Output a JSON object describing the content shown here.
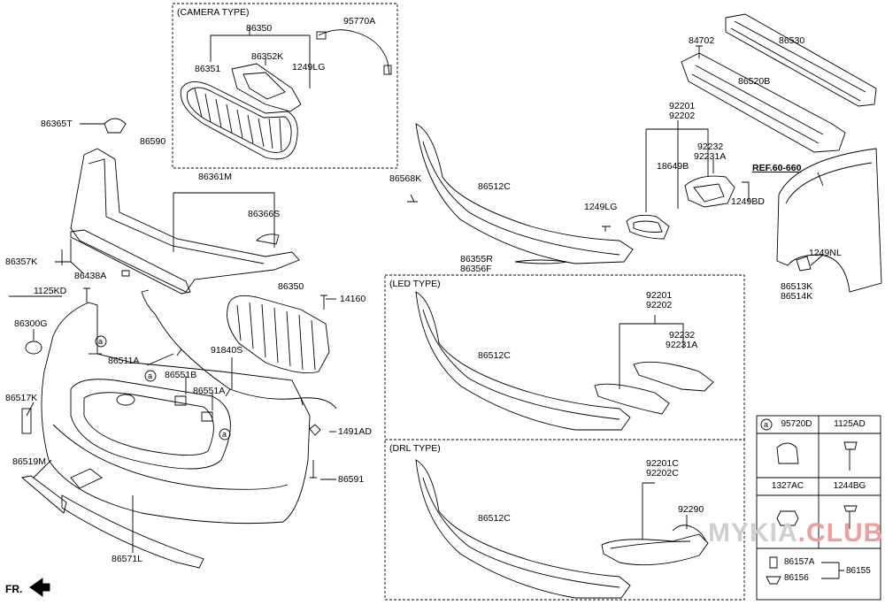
{
  "boxes": {
    "camera_type": "(CAMERA TYPE)",
    "led_type": "(LED TYPE)",
    "drl_type": "(DRL TYPE)"
  },
  "labels": {
    "p86350_top": "86350",
    "p95770A": "95770A",
    "p86352K": "86352K",
    "p86351": "86351",
    "p1249LG_cam": "1249LG",
    "p86365T": "86365T",
    "p86590": "86590",
    "p86361M": "86361M",
    "p86366S": "86366S",
    "p86357K": "86357K",
    "p86438A": "86438A",
    "p1125KD": "1125KD",
    "p86350_mid": "86350",
    "p14160": "14160",
    "p86300G": "86300G",
    "p91840S": "91840S",
    "p86511A": "86511A",
    "p86551B": "86551B",
    "p86551A": "86551A",
    "p86517K": "86517K",
    "p1491AD": "1491AD",
    "p86519M": "86519M",
    "p86591": "86591",
    "p86571L": "86571L",
    "p86568K": "86568K",
    "p86512C_top": "86512C",
    "p1249LG_mid": "1249LG",
    "p86355R": "86355R",
    "p86356F": "86356F",
    "p92201_top": "92201",
    "p92202_top": "92202",
    "p92232_top": "92232",
    "p92231A_top": "92231A",
    "p18649B": "18649B",
    "p1249BD": "1249BD",
    "p84702": "84702",
    "p86530": "86530",
    "p86520B": "86520B",
    "ref": "REF.60-660",
    "p1249NL": "1249NL",
    "p86513K": "86513K",
    "p86514K": "86514K",
    "p86512C_led": "86512C",
    "p92201_led": "92201",
    "p92202_led": "92202",
    "p92232_led": "92232",
    "p92231A_led": "92231A",
    "p86512C_drl": "86512C",
    "p92201C": "92201C",
    "p92202C": "92202C",
    "p92290": "92290",
    "fr": "FR.",
    "callout_a": "a"
  },
  "table": {
    "c1": "95720D",
    "c2": "1125AD",
    "c3": "1327AC",
    "c4": "1244BG",
    "p86157A": "86157A",
    "p86156": "86156",
    "p86155": "86155"
  },
  "watermark": {
    "text": "MYKIA",
    "accent": ".CLUB"
  }
}
